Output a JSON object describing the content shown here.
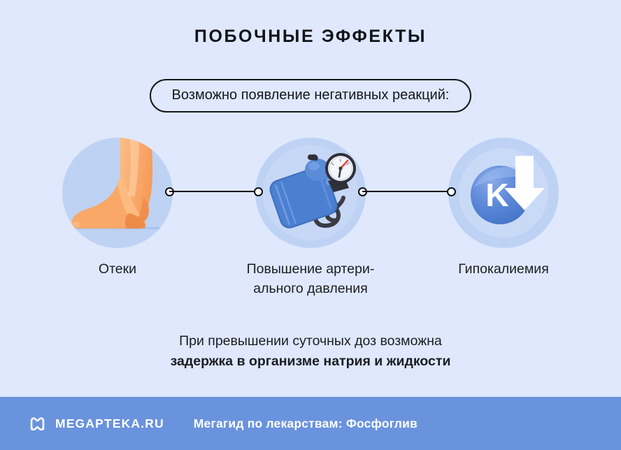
{
  "title": "ПОБОЧНЫЕ ЭФФЕКТЫ",
  "subtitle_pill": "Возможно появление негативных реакций:",
  "colors": {
    "background": "#dfe8fc",
    "circle_fill": "#bed2f4",
    "footer_bar": "#6a93dd",
    "text": "#1b1d23",
    "connector": "#0d0f14",
    "skin_light": "#fbb97f",
    "skin_mid": "#f8a162",
    "skin_dark": "#ef8f4e",
    "cuff_blue": "#4b7fd0",
    "cuff_blue_light": "#6d9ae0",
    "tube_black": "#3a3a42",
    "potassium_blue": "#4f7fd4",
    "arrow_white": "#ffffff"
  },
  "items": [
    {
      "icon": "swollen-foot-icon",
      "label_lines": [
        "Отеки"
      ]
    },
    {
      "icon": "blood-pressure-monitor-icon",
      "label_lines": [
        "Повышение артери-",
        "ального давления"
      ]
    },
    {
      "icon": "potassium-down-arrow-icon",
      "label_lines": [
        "Гипокалиемия"
      ]
    }
  ],
  "footnote": {
    "line1": "При превышении суточных доз возможна",
    "line2": "задержка в организме натрия и жидкости"
  },
  "footer": {
    "logo_icon": "megapteka-m-logo-icon",
    "brand": "MEGAPTEKA.RU",
    "tagline": "Мегагид по лекарствам: Фосфоглив"
  }
}
